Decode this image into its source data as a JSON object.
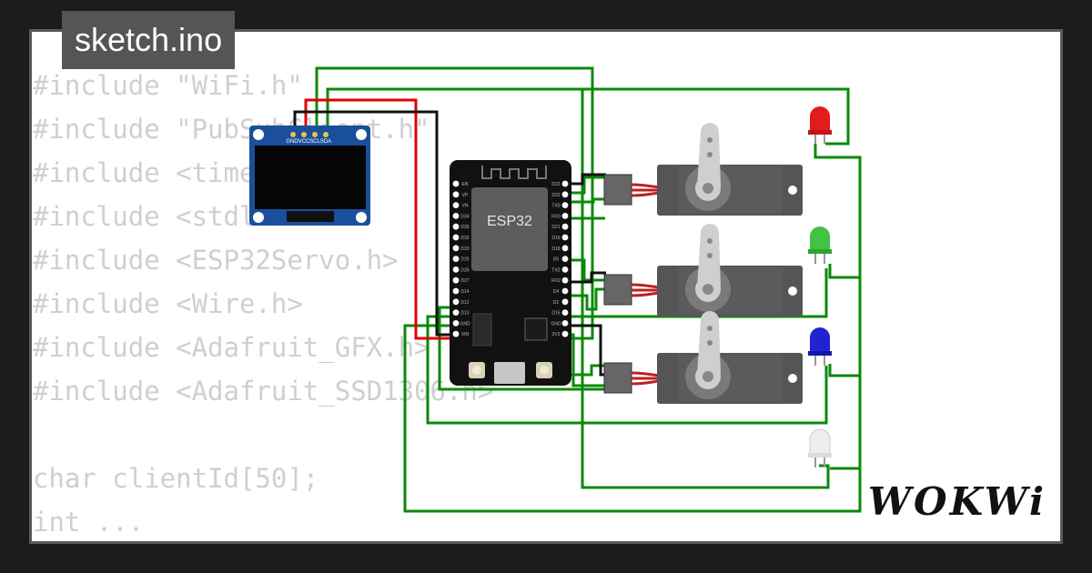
{
  "tab": {
    "filename": "sketch.ino"
  },
  "code_lines": [
    "#include \"WiFi.h\"",
    "#include \"PubSubClient.h\"",
    "#include <time.h>",
    "#include <stdlib.h>",
    "#include <ESP32Servo.h>",
    "#include <Wire.h>",
    "#include <Adafruit_GFX.h>",
    "#include <Adafruit_SSD1306.h>",
    "",
    "char clientId[50];",
    "int ..."
  ],
  "oled": {
    "pins": [
      "GND",
      "VCC",
      "SCL",
      "SDA"
    ]
  },
  "esp32": {
    "label": "ESP32",
    "left_pins": [
      "EN",
      "VP",
      "VN",
      "D34",
      "D35",
      "D32",
      "D33",
      "D25",
      "D26",
      "D27",
      "D14",
      "D12",
      "D13",
      "GND",
      "VIN"
    ],
    "right_pins": [
      "D23",
      "D22",
      "TX0",
      "RX0",
      "D21",
      "D19",
      "D18",
      "D5",
      "TX2",
      "RX2",
      "D4",
      "D2",
      "D15",
      "GND",
      "3V3"
    ]
  },
  "components": {
    "servos": [
      "servo-1",
      "servo-2",
      "servo-3"
    ],
    "leds": [
      "red",
      "green",
      "blue",
      "white"
    ]
  },
  "colors": {
    "wire_green": "#0a8a0a",
    "wire_red": "#e00000",
    "wire_black": "#111111",
    "servo_body": "#555555",
    "oled_pcb": "#1a4f9c",
    "esp_pcb": "#111111"
  },
  "brand": {
    "logo": "WOKWi"
  }
}
